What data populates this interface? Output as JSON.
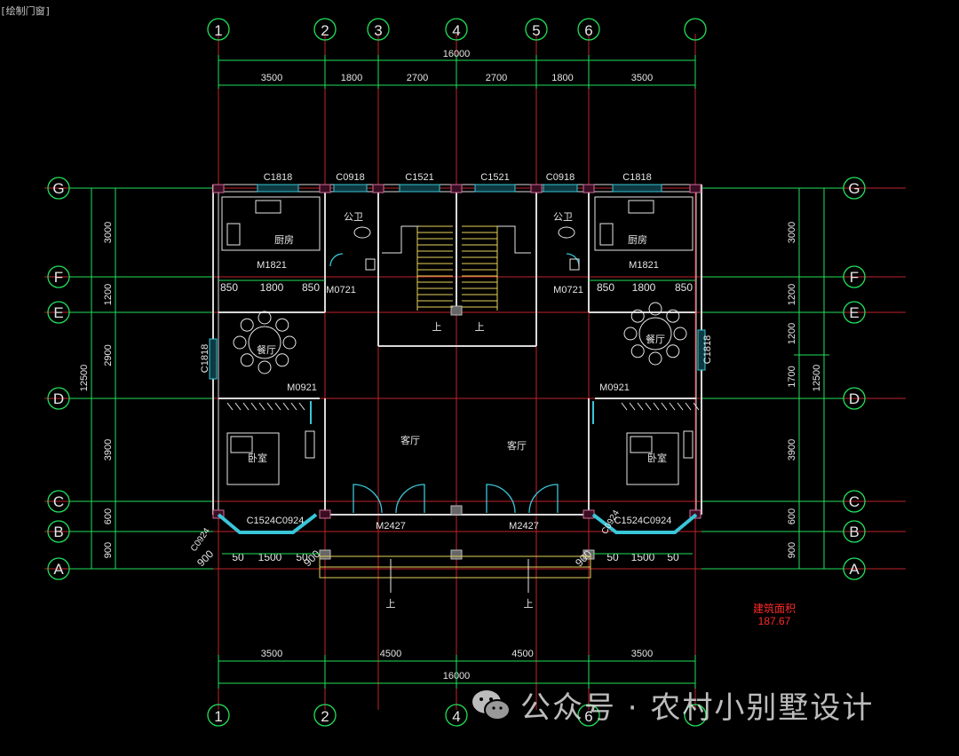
{
  "cad": {
    "corner_tag": "[绘制门窗]",
    "grid_top": [
      "1",
      "2",
      "3",
      "4",
      "5",
      "6"
    ],
    "grid_bottom": [
      "1",
      "2",
      "4",
      "6"
    ],
    "grid_rows": [
      "G",
      "F",
      "E",
      "D",
      "C",
      "B",
      "A"
    ],
    "top_total": "16000",
    "top_segments": [
      "3500",
      "1800",
      "2700",
      "2700",
      "1800",
      "3500"
    ],
    "bottom_total": "16000",
    "bottom_segments": [
      "3500",
      "4500",
      "4500",
      "3500"
    ],
    "left_total": "12500",
    "left_segments": [
      "3000",
      "1200",
      "2900",
      "3900",
      "600",
      "900"
    ],
    "right_total": "12500",
    "right_segments": [
      "3000",
      "1200",
      "1200",
      "1700",
      "3900",
      "600",
      "900"
    ],
    "windows_top": [
      "C1818",
      "C0918",
      "C1521",
      "C1521",
      "C0918",
      "C1818"
    ],
    "doors": [
      "M1821",
      "M1821",
      "M0721",
      "M0721",
      "M0921",
      "M0921",
      "M2427",
      "M2427"
    ],
    "side_windows": [
      "C1818",
      "C1818"
    ],
    "bay_windows": [
      "C1524",
      "C0924",
      "C0924",
      "C1524",
      "C0924",
      "C0924"
    ],
    "small_dims_f": [
      "850",
      "1800",
      "850",
      "850",
      "1800",
      "850"
    ],
    "small_dims_a": [
      "900",
      "50",
      "1500",
      "50",
      "900",
      "900",
      "50",
      "1500",
      "50"
    ],
    "rooms": {
      "kitchen": "厨房",
      "bath": "公卫",
      "dining": "餐厅",
      "living": "客厅",
      "bedroom": "卧室",
      "up": "上"
    },
    "area_label": "建筑面积",
    "area_value": "187.67"
  },
  "watermark": {
    "text": "公众号 · 农村小别墅设计"
  },
  "colors": {
    "axis": "#c0242b",
    "dim": "#22e05a",
    "wall": "#d8d8d8",
    "window": "#39c6d8",
    "furniture": "#e6e6e6",
    "yellow": "#e6d25a",
    "area": "#ff2a2a"
  }
}
